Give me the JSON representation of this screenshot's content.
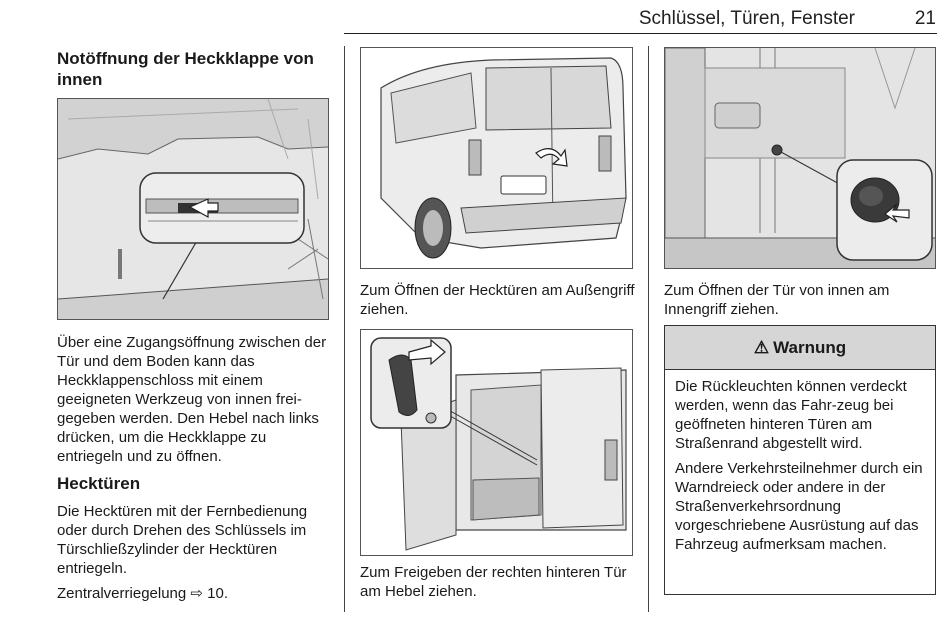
{
  "header": {
    "title": "Schlüssel, Türen, Fenster",
    "page_number": "21"
  },
  "left": {
    "heading1": "Notöffnung der Heckklappe von innen",
    "para1": "Über eine Zugangsöffnung zwischen der Tür und dem Boden kann das Heckklappenschloss mit einem geeigneten Werkzeug von innen frei-gegeben werden. Den Hebel nach links drücken, um die Heckklappe zu entriegeln und zu öffnen.",
    "heading2": "Hecktüren",
    "para2": "Die Hecktüren mit der Fernbedienung oder durch Drehen des Schlüssels im Türschließzylinder der Hecktüren entriegeln.",
    "ref_text": "Zentralverriegelung",
    "ref_arrow": "⇨",
    "ref_page": "10."
  },
  "middle": {
    "caption1": "Zum Öffnen der Hecktüren am Außengriff ziehen.",
    "caption2": "Zum Freigeben der rechten hinteren Tür am Hebel ziehen."
  },
  "right": {
    "caption1": "Zum Öffnen der Tür von innen am Innengriff ziehen.",
    "warning_icon": "⚠",
    "warning_title": "Warnung",
    "warning_p1": "Die Rückleuchten können verdeckt werden, wenn das Fahr-zeug bei geöffneten hinteren Türen am Straßenrand abgestellt wird.",
    "warning_p2": "Andere Verkehrsteilnehmer durch ein Warndreieck oder andere in der Straßenverkehrsordnung vorgeschriebene Ausrüstung auf das Fahrzeug aufmerksam machen."
  },
  "colors": {
    "figure_bg": "#e8e8e8",
    "warning_header_bg": "#d6d6d6",
    "arrow_fill": "#ffffff"
  }
}
